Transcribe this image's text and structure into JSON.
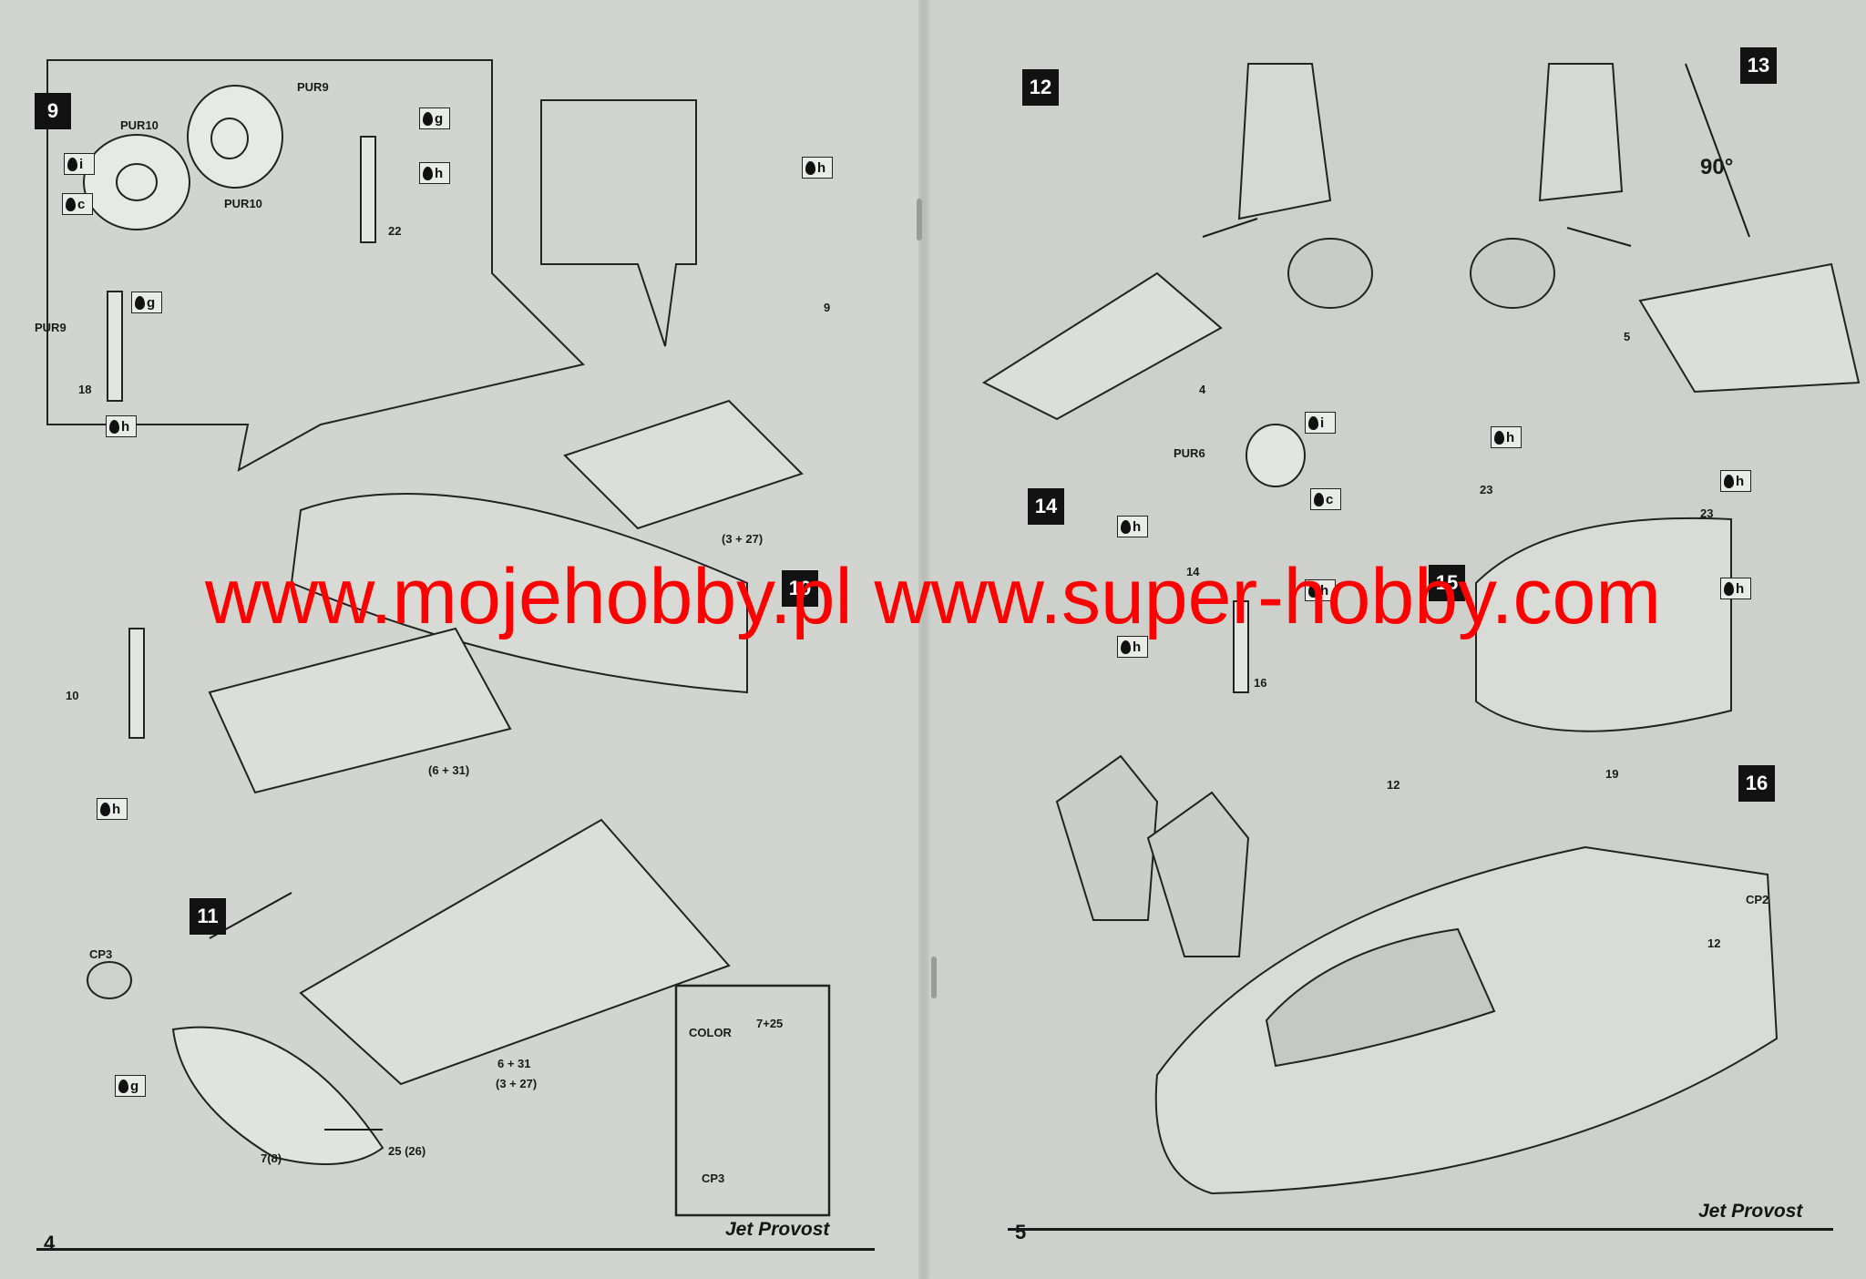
{
  "left_page": {
    "number": "4",
    "footer_title": "Jet Provost",
    "steps": [
      "9",
      "10",
      "11"
    ]
  },
  "right_page": {
    "number": "5",
    "footer_title": "Jet Provost",
    "steps": [
      "12",
      "13",
      "14",
      "15",
      "16"
    ]
  },
  "labels": {
    "pur10_a": "PUR10",
    "pur10_b": "PUR10",
    "pur9_a": "PUR9",
    "pur9_b": "PUR9",
    "n22": "22",
    "n18": "18",
    "n9": "9",
    "n3_27": "(3 + 27)",
    "n10": "10",
    "n6_31": "(6 + 31)",
    "cp3_a": "CP3",
    "n7_8": "7(8)",
    "n25_26": "25 (26)",
    "n6_31_b": "6 + 31",
    "n3_27_b": "(3 + 27)",
    "legend_color": "COLOR",
    "legend_7_25": "7+25",
    "cp3_b": "CP3",
    "n4": "4",
    "n5": "5",
    "deg": "90°",
    "pur6": "PUR6",
    "n14": "14",
    "n16": "16",
    "n23_a": "23",
    "n23_b": "23",
    "n12_a": "12",
    "n19": "19",
    "cp2": "CP2",
    "n12_b": "12"
  },
  "paint_codes": {
    "i1": "i",
    "c1": "c",
    "g1": "g",
    "g2": "g",
    "h1": "h",
    "h2": "h",
    "h3": "h",
    "h4": "h",
    "g3": "g",
    "i2": "i",
    "c2": "c",
    "h5": "h",
    "h6": "h",
    "h7": "h",
    "h8": "h",
    "h9": "h",
    "h10": "h"
  },
  "watermark": "www.mojehobby.pl www.super-hobby.com"
}
